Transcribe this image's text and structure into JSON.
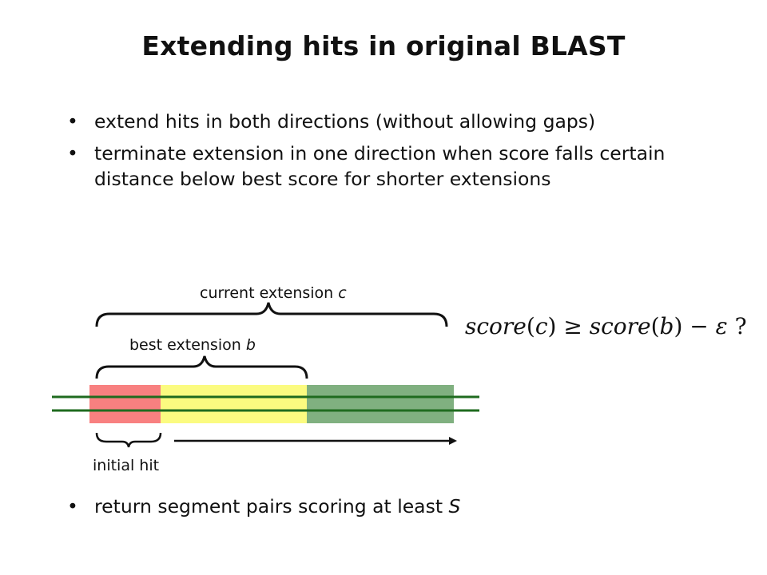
{
  "title": "Extending hits in original BLAST",
  "bullets": [
    {
      "marker": "•",
      "text": "extend hits in both directions (without allowing gaps)"
    },
    {
      "marker": "•",
      "text": "terminate extension in one direction when score falls certain distance below best score for shorter extensions"
    }
  ],
  "diagram": {
    "current_label": "current extension",
    "current_var": "c",
    "best_label": "best extension",
    "best_var": "b",
    "initial_label": "initial hit",
    "formula": {
      "lhs": "score",
      "lhs_arg": "c",
      "op": "≥",
      "rhs": "score",
      "rhs_arg": "b",
      "minus": "−",
      "eps": "ε",
      "q": "?"
    },
    "colors": {
      "initial": "#f88080",
      "best": "#fbfb80",
      "rest": "#80b080",
      "line": "#1f6b1f"
    }
  },
  "bottom": {
    "marker": "•",
    "text": "return segment pairs scoring at least",
    "var": "S"
  }
}
